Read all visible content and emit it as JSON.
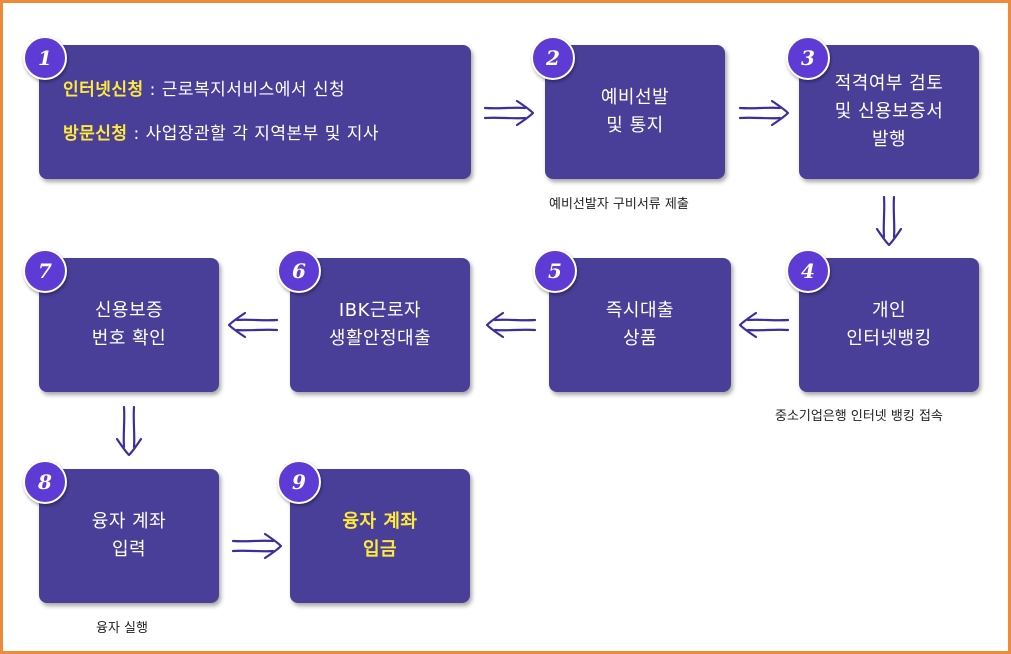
{
  "steps": {
    "s1": {
      "number": "1",
      "row1_highlight": "인터넷신청",
      "row1_text": " : 근로복지서비스에서 신청",
      "row2_highlight": "방문신청",
      "row2_text": " : 사업장관할 각 지역본부 및 지사"
    },
    "s2": {
      "number": "2",
      "lines": [
        "예비선발",
        "및 통지"
      ],
      "note": "예비선발자 구비서류 제출"
    },
    "s3": {
      "number": "3",
      "lines": [
        "적격여부 검토",
        "및 신용보증서",
        "발행"
      ]
    },
    "s4": {
      "number": "4",
      "lines": [
        "개인",
        "인터넷뱅킹"
      ],
      "note": "중소기업은행 인터넷 뱅킹 접속"
    },
    "s5": {
      "number": "5",
      "lines": [
        "즉시대출",
        "상품"
      ]
    },
    "s6": {
      "number": "6",
      "lines": [
        "IBK근로자",
        "생활안정대출"
      ]
    },
    "s7": {
      "number": "7",
      "lines": [
        "신용보증",
        "번호 확인"
      ]
    },
    "s8": {
      "number": "8",
      "lines": [
        "융자 계좌",
        "입력"
      ],
      "note": "융자 실행"
    },
    "s9": {
      "number": "9",
      "lines": [
        "융자 계좌",
        "입금"
      ]
    }
  },
  "colors": {
    "box": "#4a3f98",
    "badge": "#5e3bd4",
    "highlight": "#fdea3c",
    "frame": "#ef8a3a",
    "arrow": "#3b2f9e"
  },
  "icons": {
    "arrow_right": "hand-drawn-arrow-right-icon",
    "arrow_left": "hand-drawn-arrow-left-icon",
    "arrow_down": "hand-drawn-arrow-down-icon"
  }
}
